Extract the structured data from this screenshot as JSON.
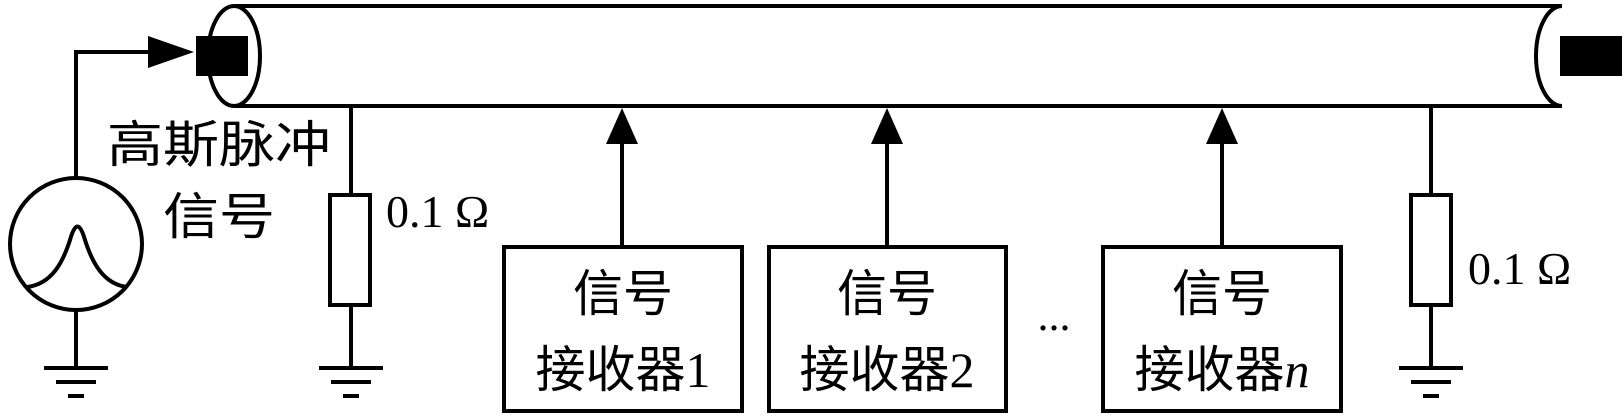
{
  "source": {
    "label_line1": "高斯脉冲",
    "label_line2": "信号",
    "waveform_icon": "gaussian-pulse-icon"
  },
  "resistors": {
    "left": "0.1 Ω",
    "right": "0.1 Ω"
  },
  "receivers": [
    {
      "line1": "信号",
      "line2_prefix": "接收器",
      "line2_index": "1",
      "index_italic": false
    },
    {
      "line1": "信号",
      "line2_prefix": "接收器",
      "line2_index": "2",
      "index_italic": false
    },
    {
      "line1": "信号",
      "line2_prefix": "接收器",
      "line2_index": "n",
      "index_italic": true
    }
  ],
  "ellipsis": "...",
  "colors": {
    "stroke": "#000000",
    "background": "#ffffff"
  }
}
